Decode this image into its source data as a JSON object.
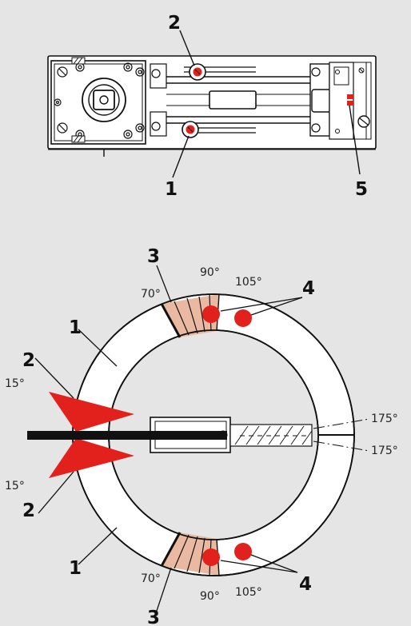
{
  "colors": {
    "background": "#e5e5e6",
    "red": "#e3211c",
    "stop_zone": "#e9b9a1",
    "ink": "#111111",
    "ring": "#ffffff"
  },
  "top_device": {
    "labels": {
      "screw_2": "2",
      "screw_1": "1",
      "part_5": "5"
    }
  },
  "dial": {
    "labels": {
      "ring_upper": "1",
      "ring_lower": "1",
      "stop_upper": "3",
      "stop_lower": "3",
      "marker_upper": "4",
      "marker_lower": "4",
      "pointer_upper": "2",
      "pointer_lower": "2"
    },
    "angles": {
      "upper_90": "90°",
      "upper_105": "105°",
      "upper_70": "70°",
      "lower_70": "70°",
      "lower_90": "90°",
      "lower_105": "105°",
      "left_upper_15": "15°",
      "left_lower_15": "15°",
      "right_upper_175": "175°",
      "right_lower_175": "175°"
    }
  }
}
